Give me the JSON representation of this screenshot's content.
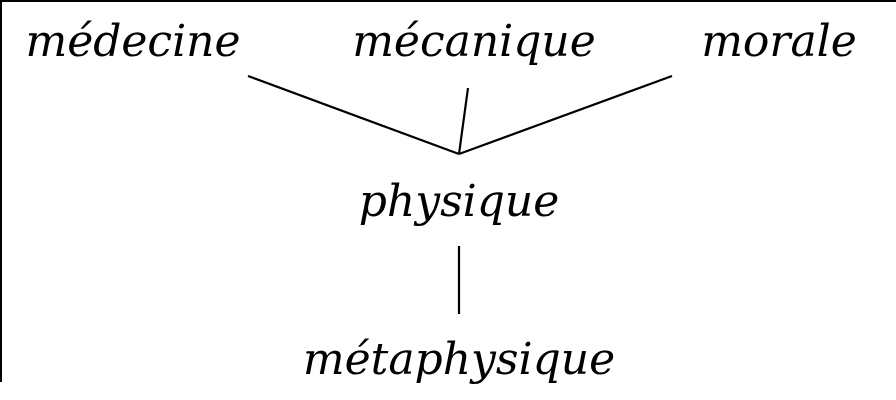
{
  "nodes": {
    "medecine": {
      "label": "médecine"
    },
    "mecanique": {
      "label": "mécanique"
    },
    "morale": {
      "label": "morale"
    },
    "physique": {
      "label": "physique"
    },
    "metaphysique": {
      "label": "métaphysique"
    }
  },
  "edges": [
    {
      "from": "medecine",
      "to": "physique"
    },
    {
      "from": "mecanique",
      "to": "physique"
    },
    {
      "from": "morale",
      "to": "physique"
    },
    {
      "from": "physique",
      "to": "metaphysique"
    }
  ],
  "colors": {
    "ink": "#000000",
    "background": "#ffffff"
  }
}
